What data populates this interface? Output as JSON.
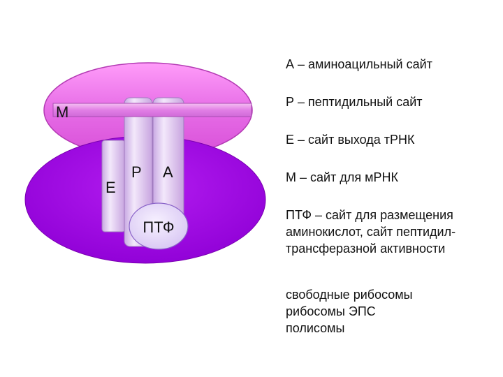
{
  "diagram": {
    "labels": {
      "m": "М",
      "e": "Е",
      "p": "Р",
      "a": "А",
      "ptf": "ПТФ"
    },
    "colors": {
      "small_subunit": "#e66ce6",
      "large_subunit": "#a100e6",
      "site_tubes": "#e2c6f2",
      "ptf_disc": "#eae0fb"
    }
  },
  "legend": [
    {
      "lines": [
        "А – аминоацильный сайт"
      ]
    },
    {
      "lines": [
        "Р – пептидильный сайт"
      ]
    },
    {
      "lines": [
        "Е – сайт выхода тРНК"
      ]
    },
    {
      "lines": [
        "М – сайт для мРНК"
      ]
    },
    {
      "lines": [
        "ПТФ – сайт для размещения",
        "аминокислот, сайт пептидил-",
        "трансферазной активности"
      ]
    }
  ],
  "notes": [
    "свободные рибосомы",
    "рибосомы ЭПС",
    "полисомы"
  ]
}
